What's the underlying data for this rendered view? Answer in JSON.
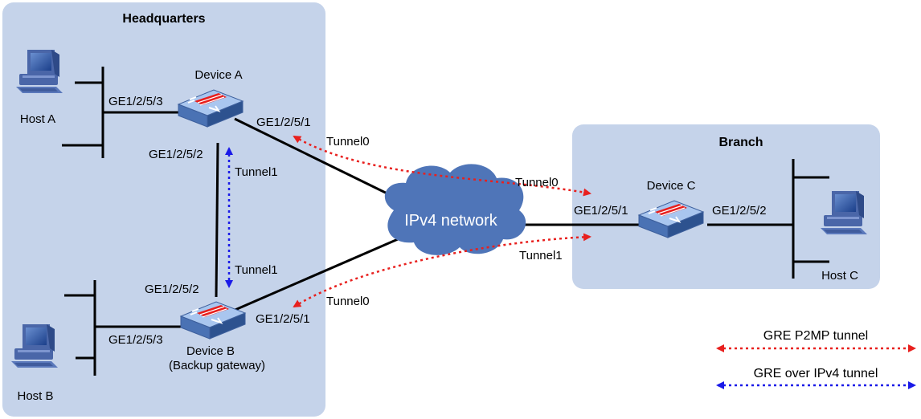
{
  "zones": {
    "hq": "Headquarters",
    "branch": "Branch"
  },
  "devices": {
    "a": "Device A",
    "b": "Device B",
    "b_sub": "(Backup gateway)",
    "c": "Device C"
  },
  "hosts": {
    "a": "Host A",
    "b": "Host B",
    "c": "Host C"
  },
  "cloud": "IPv4 network",
  "ports": {
    "a_host": "GE1/2/5/3",
    "a_wan": "GE1/2/5/1",
    "a_b": "GE1/2/5/2",
    "b_a": "GE1/2/5/2",
    "b_host": "GE1/2/5/3",
    "b_wan": "GE1/2/5/1",
    "c_wan": "GE1/2/5/1",
    "c_host": "GE1/2/5/2"
  },
  "tunnels": {
    "a_t0": "Tunnel0",
    "c_t0": "Tunnel0",
    "c_t1": "Tunnel1",
    "b_t0": "Tunnel0",
    "ab_t1_top": "Tunnel1",
    "ab_t1_bottom": "Tunnel1"
  },
  "legend": {
    "p2mp": "GRE P2MP tunnel",
    "gre_ipv4": "GRE over IPv4 tunnel"
  },
  "colors": {
    "zone_fill": "#c5d3ea",
    "cloud_fill": "#4f75b8",
    "p2mp": "#e8201e",
    "gre_ipv4": "#1a1ae8"
  }
}
